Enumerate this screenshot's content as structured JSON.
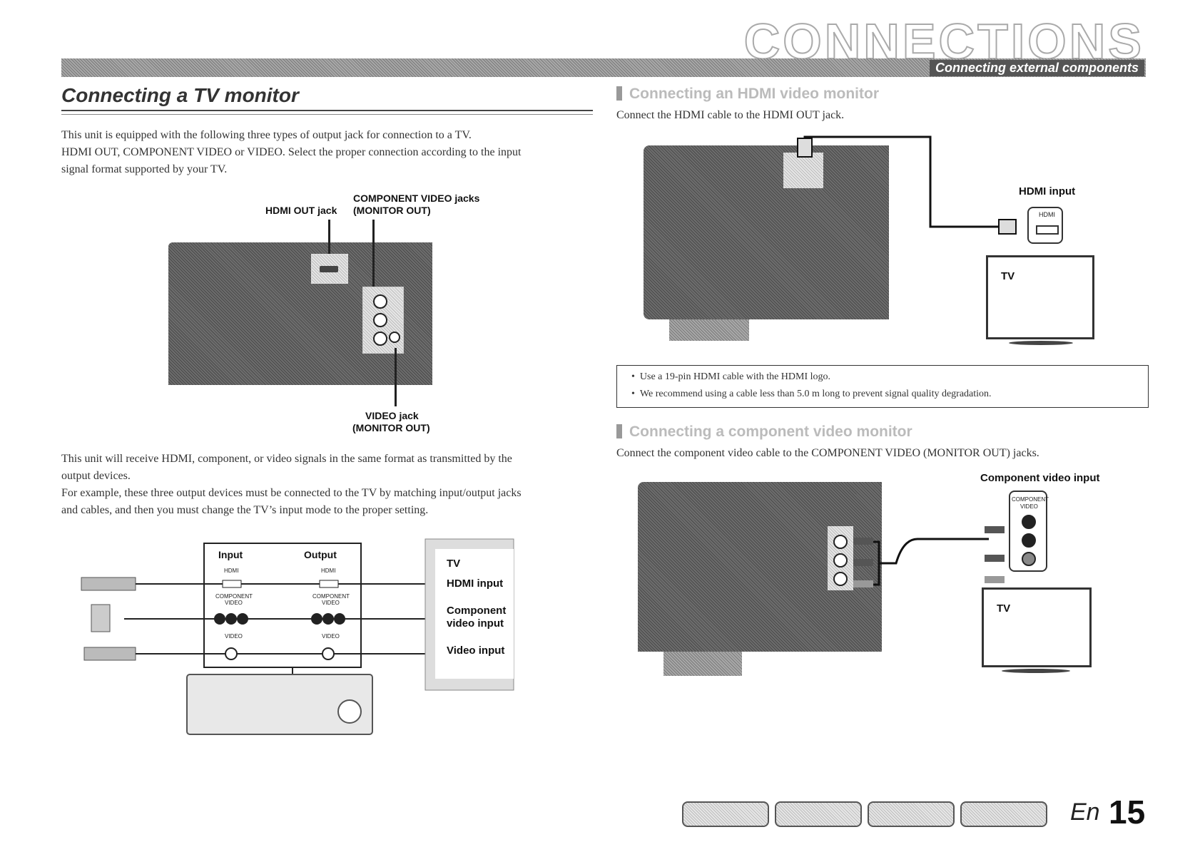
{
  "header": {
    "big_title": "CONNECTIONS",
    "subtitle": "Connecting external components"
  },
  "left": {
    "section_title": "Connecting a TV monitor",
    "intro": [
      "This unit is equipped with the following three types of output jack for connection to a TV.",
      "HDMI OUT, COMPONENT VIDEO or VIDEO. Select the proper connection according to the input",
      "signal format supported by your TV."
    ],
    "fig1": {
      "hdmi_out_label": "HDMI OUT jack",
      "component_label_1": "COMPONENT VIDEO jacks",
      "component_label_2": "(MONITOR OUT)",
      "video_label_1": "VIDEO jack",
      "video_label_2": "(MONITOR OUT)"
    },
    "body": [
      "This unit will receive HDMI, component, or video signals in the same format as transmitted by the",
      "output devices.",
      "For example, these three output devices must be connected to the TV by matching input/output jacks",
      "and cables, and then you must change the TV’s input mode to the proper setting."
    ],
    "fig2": {
      "input_header": "Input",
      "output_header": "Output",
      "hdmi_small": "HDMI",
      "component_small_1": "COMPONENT",
      "component_small_2": "VIDEO",
      "video_small": "VIDEO",
      "tv_label": "TV",
      "hdmi_input": "HDMI input",
      "component_input_1": "Component",
      "component_input_2": "video input",
      "video_input": "Video input"
    }
  },
  "right": {
    "hdmi_section": {
      "title": "Connecting an HDMI video monitor",
      "instruction": "Connect the HDMI cable to the HDMI OUT jack.",
      "hdmi_input_label": "HDMI input",
      "hdmi_tag": "HDMI",
      "tv_label": "TV",
      "notes": [
        "Use a 19-pin HDMI cable with the HDMI logo.",
        "We recommend using a cable less than 5.0 m long to prevent signal quality degradation."
      ]
    },
    "component_section": {
      "title": "Connecting a component video monitor",
      "instruction": "Connect the component video cable to the COMPONENT VIDEO (MONITOR OUT) jacks.",
      "input_label": "Component video input",
      "panel_tag_1": "COMPONENT",
      "panel_tag_2": "VIDEO",
      "tv_label": "TV"
    }
  },
  "footer": {
    "lang": "En",
    "page_number": "15",
    "nav_icons": [
      "front-panel-icon",
      "rear-panel-icon",
      "display-icon",
      "remote-icon"
    ]
  }
}
